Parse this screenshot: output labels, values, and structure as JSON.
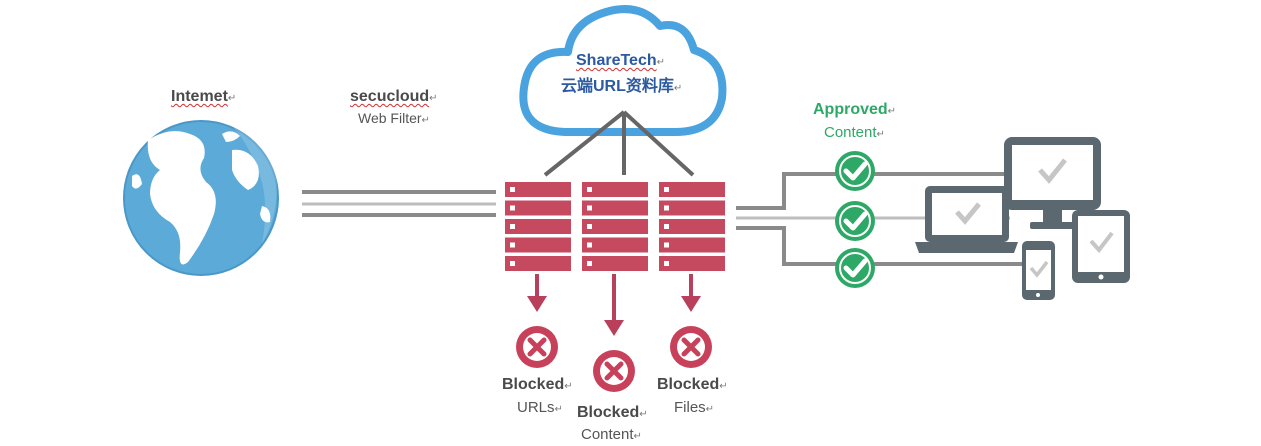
{
  "colors": {
    "cloud_outline": "#4aa3df",
    "cloud_text": "#2c5aa0",
    "server_red": "#c54a60",
    "server_slot": "#ffffff",
    "arrow_red": "#b8405a",
    "blocked_red": "#c8415a",
    "approved_green": "#2ea866",
    "line_gray": "#8a8a8a",
    "device_gray": "#5c6870",
    "globe_ocean": "#5baad8",
    "globe_land": "#ffffff",
    "label_dark": "#4a4a4a",
    "label_light": "#555555"
  },
  "labels": {
    "internet": "Intemet",
    "secucloud": "secucloud",
    "web_filter": "Web Filter",
    "cloud_brand": "ShareTech",
    "cloud_subtitle": "云端URL资料库",
    "approved_title": "Approved",
    "approved_sub": "Content",
    "blocked_urls_title": "Blocked",
    "blocked_urls_sub": "URLs",
    "blocked_content_title": "Blocked",
    "blocked_content_sub": "Content",
    "blocked_files_title": "Blocked",
    "blocked_files_sub": "Files"
  },
  "icons": {
    "globe": "globe-icon",
    "cloud": "cloud-icon",
    "server": "server-rack-icon",
    "blocked": "x-circle-icon",
    "approved": "check-circle-icon",
    "monitor": "monitor-icon",
    "laptop": "laptop-icon",
    "tablet": "tablet-icon",
    "phone": "phone-icon"
  }
}
